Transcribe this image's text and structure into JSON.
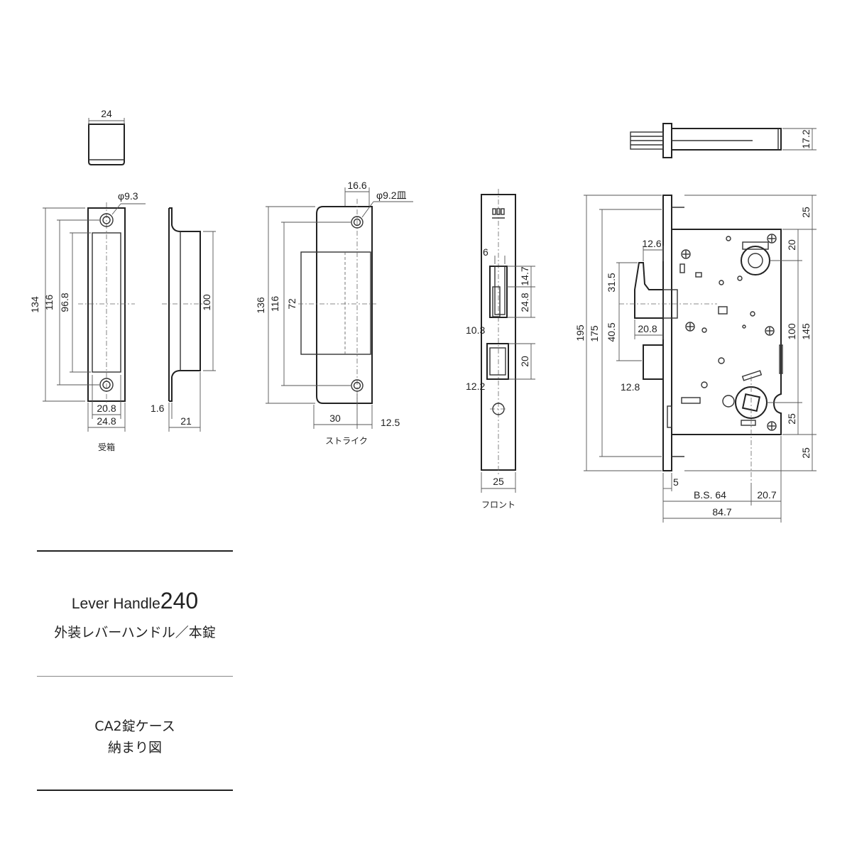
{
  "views": {
    "ukebako": {
      "caption": "受箱",
      "dims": {
        "top_w": "24",
        "hole": "φ9.3",
        "h134": "134",
        "h116": "116",
        "h96": "96.8",
        "w208": "20.8",
        "w248": "24.8",
        "h100": "100",
        "t16": "1.6",
        "d21": "21"
      }
    },
    "strike": {
      "caption": "ストライク",
      "dims": {
        "w166": "16.6",
        "hole": "φ9.2皿",
        "h136": "136",
        "h116": "116",
        "h72": "72",
        "w30": "30",
        "w125": "12.5"
      }
    },
    "front": {
      "caption": "フロント",
      "dims": {
        "d6": "6",
        "d147": "14.7",
        "d248": "24.8",
        "d103": "10.3",
        "d20": "20",
        "d122": "12.2",
        "w25": "25"
      }
    },
    "body": {
      "dims": {
        "d172": "17.2",
        "d25a": "25",
        "d20": "20",
        "d126": "12.6",
        "d315": "31.5",
        "d195": "195",
        "d175": "175",
        "d405": "40.5",
        "d208": "20.8",
        "d100": "100",
        "d145": "145",
        "d128": "12.8",
        "d25b": "25",
        "d25c": "25",
        "d5": "5",
        "bs": "B.S. 64",
        "d207": "20.7",
        "d847": "84.7"
      }
    }
  },
  "title_block": {
    "en_title": "Lever Handle",
    "model_number": "240",
    "jp_title": "外装レバーハンドル／本錠",
    "case_name": "CA2錠ケース",
    "drawing_type": "納まり図"
  }
}
